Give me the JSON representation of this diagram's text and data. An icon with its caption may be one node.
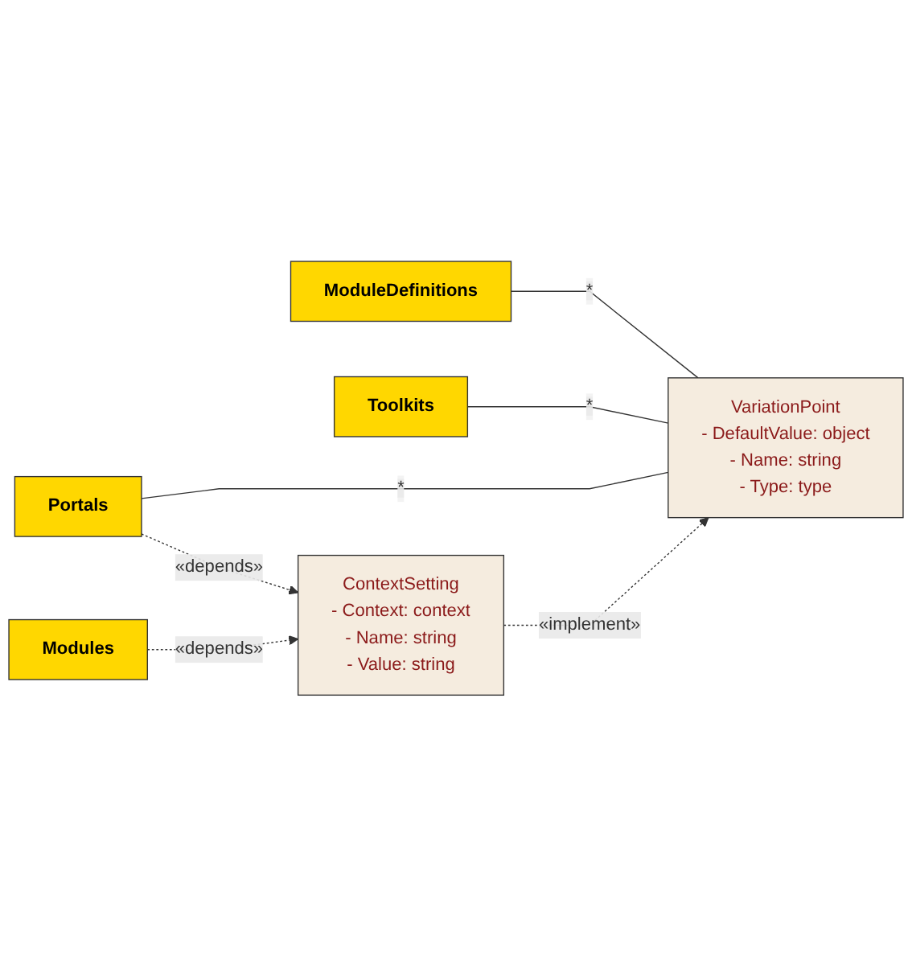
{
  "diagram": {
    "nodes": [
      {
        "text": [
          "ModuleDefinitions"
        ]
      },
      {
        "text": [
          "Toolkits"
        ]
      },
      {
        "text": [
          "Portals"
        ]
      },
      {
        "text": [
          "Modules"
        ]
      },
      {
        "text": [
          "VariationPoint",
          "- DefaultValue: object",
          "- Name: string",
          "- Type: type"
        ]
      },
      {
        "text": [
          "ContextSetting",
          "- Context: context",
          "- Name: string",
          "- Value: string"
        ]
      }
    ],
    "edges": [
      {
        "from": 0,
        "to": 4,
        "arrow": "none",
        "label": "*"
      },
      {
        "from": 1,
        "to": 4,
        "arrow": "none",
        "label": "*"
      },
      {
        "from": 2,
        "to": 4,
        "arrow": "none",
        "label": "*"
      },
      {
        "from": 2,
        "to": 5,
        "arrow": "to",
        "style": "dashed",
        "label": "«depends»"
      },
      {
        "from": 3,
        "to": 5,
        "arrow": "to",
        "style": "dashed",
        "label": "«depends»"
      },
      {
        "from": 5,
        "to": 4,
        "arrow": "to",
        "style": "dashed",
        "label": "«implement»"
      }
    ]
  }
}
